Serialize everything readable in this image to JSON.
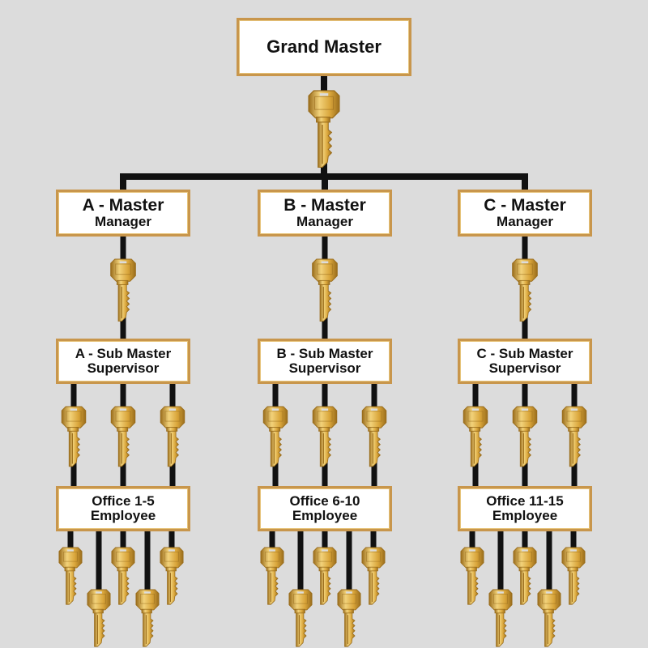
{
  "root": {
    "line1": "Grand Master"
  },
  "masters": [
    {
      "line1": "A - Master",
      "line2": "Manager"
    },
    {
      "line1": "B - Master",
      "line2": "Manager"
    },
    {
      "line1": "C - Master",
      "line2": "Manager"
    }
  ],
  "sub_masters": [
    {
      "line1": "A - Sub Master",
      "line2": "Supervisor"
    },
    {
      "line1": "B - Sub Master",
      "line2": "Supervisor"
    },
    {
      "line1": "C - Sub Master",
      "line2": "Supervisor"
    }
  ],
  "offices": [
    {
      "line1": "Office 1-5",
      "line2": "Employee"
    },
    {
      "line1": "Office 6-10",
      "line2": "Employee"
    },
    {
      "line1": "Office 11-15",
      "line2": "Employee"
    }
  ],
  "colors": {
    "background": "#dcdcdc",
    "box_border": "#c8964c",
    "wire": "#111111",
    "key_gold": "#d9a53a",
    "key_gold_dark": "#9a6d1c",
    "key_gold_light": "#f2d27a"
  },
  "icons": {
    "key": "key-icon"
  }
}
